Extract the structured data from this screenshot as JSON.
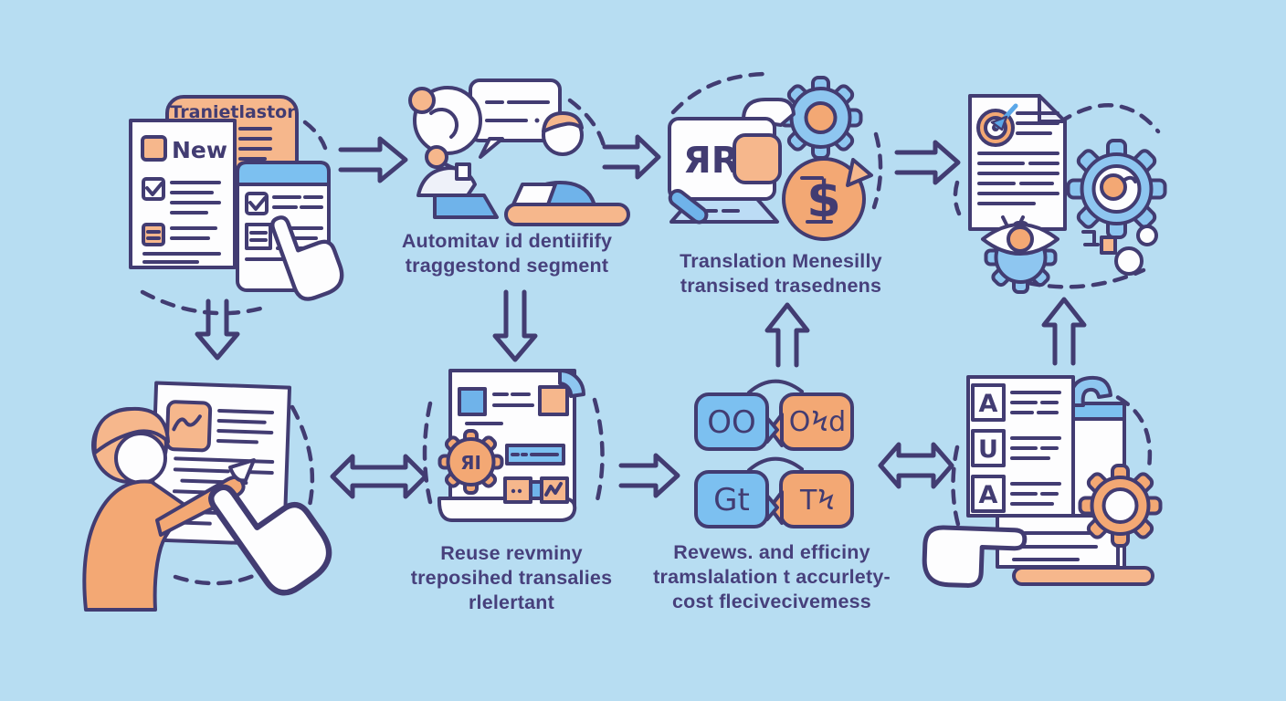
{
  "colors": {
    "background": "#b7ddf2",
    "outline": "#423c72",
    "caption_text": "#47407c",
    "orange": "#f3a874",
    "orange_light": "#f6b78c",
    "blue": "#6fb3ea",
    "blue_light": "#8ec6f0",
    "header_blue": "#7cc0f0",
    "white": "#fdfdfe"
  },
  "panels": {
    "source_documents": {
      "folder_header": "Tranietlastor",
      "doc_badge": "New"
    },
    "identify_segments": {
      "caption": [
        "Automitav id dentiifify",
        "traggestond segment"
      ]
    },
    "translation_memory": {
      "screen_text": "ЯR",
      "coin_symbol": "$",
      "caption": [
        "Translation Menesilly",
        "transised trasednens"
      ]
    },
    "reuse_translations": {
      "gear_text": "ЯI",
      "caption": [
        "Reuse revminy",
        "treposihed transalies",
        "rlelertant"
      ]
    },
    "term_matching": {
      "blocks": [
        "OO",
        "OϞd",
        "Gt",
        "ΤϞ"
      ],
      "caption": [
        "Revews. and efficiny",
        "tramslalation t accurlety-",
        "cost flecivecivemess"
      ]
    },
    "glossary_list": {
      "items": [
        "A",
        "U",
        "A"
      ]
    }
  }
}
